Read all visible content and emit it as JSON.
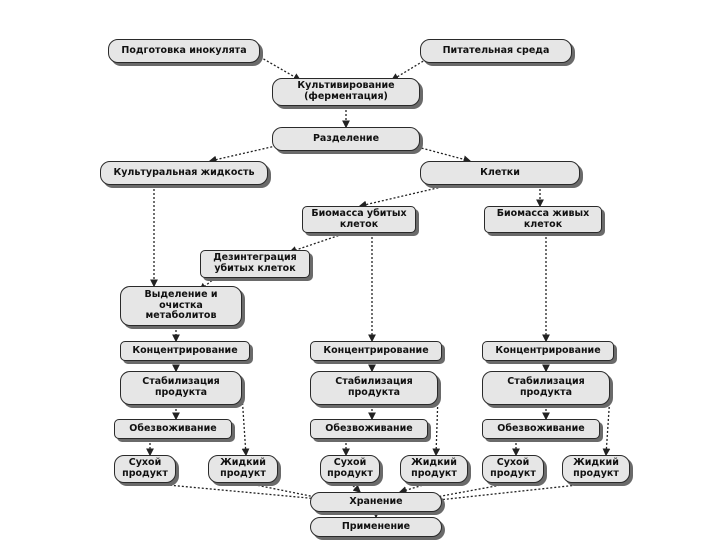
{
  "nodes": {
    "inoculum": "Подготовка инокулята",
    "medium": "Питательная среда",
    "cultivation": "Культивирование\n(ферментация)",
    "separation": "Разделение",
    "culture_liquid": "Культуральная жидкость",
    "cells": "Клетки",
    "dead_biomass": "Биомасса убитых\nклеток",
    "live_biomass": "Биомасса живых\nклеток",
    "disintegration": "Дезинтеграция\nубитых клеток",
    "isolation": "Выделение и\nочистка\nметаболитов",
    "conc_1": "Концентрирование",
    "conc_2": "Концентрирование",
    "conc_3": "Концентрирование",
    "stab_1": "Стабилизация\nпродукта",
    "stab_2": "Стабилизация\nпродукта",
    "stab_3": "Стабилизация\nпродукта",
    "dehyd_1": "Обезвоживание",
    "dehyd_2": "Обезвоживание",
    "dehyd_3": "Обезвоживание",
    "dry_1": "Сухой\nпродукт",
    "liquid_1": "Жидкий\nпродукт",
    "dry_2": "Сухой\nпродукт",
    "liquid_2": "Жидкий\nпродукт",
    "dry_3": "Сухой\nпродукт",
    "liquid_3": "Жидкий\nпродукт",
    "storage": "Хранение",
    "application": "Применение"
  },
  "colors": {
    "box_fill": "#e6e6e6",
    "box_border": "#2a2a2a",
    "arrow": "#222222"
  }
}
